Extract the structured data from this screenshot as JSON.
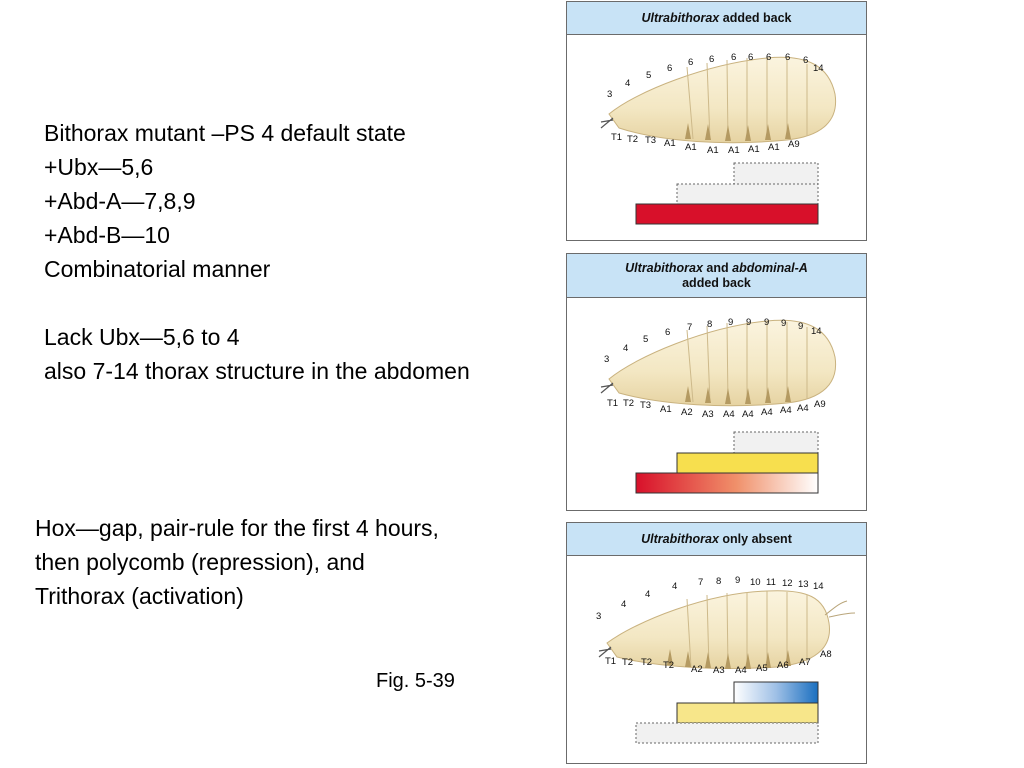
{
  "text_left": {
    "lines": [
      "Bithorax mutant –PS 4 default state",
      "+Ubx—5,6",
      "+Abd-A—7,8,9",
      "+Abd-B—10",
      "Combinatorial manner",
      "Lack Ubx—5,6 to 4",
      "also 7-14 thorax structure in the abdomen"
    ]
  },
  "text_hox": {
    "lines": [
      "Hox—gap, pair-rule for the first 4 hours,",
      "then polycomb (repression), and",
      "Trithorax (activation)"
    ]
  },
  "caption": "Fig. 5-39",
  "panels": [
    {
      "title_italic": "Ultrabithorax",
      "title_rest": " added back",
      "top_numbers": [
        "3",
        "4",
        "5",
        "6",
        "6",
        "6",
        "6",
        "6",
        "6",
        "6",
        "6",
        "14"
      ],
      "segment_labels": [
        "T1",
        "T2",
        "T3",
        "A1",
        "A1",
        "A1",
        "A1",
        "A1",
        "A1",
        "A9"
      ]
    },
    {
      "title_italic": "Ultrabithorax",
      "title_mid": " and ",
      "title_italic2": "abdominal-A",
      "title_line2": "added back",
      "top_numbers": [
        "3",
        "4",
        "5",
        "6",
        "7",
        "8",
        "9",
        "9",
        "9",
        "9",
        "9",
        "14"
      ],
      "segment_labels": [
        "T1",
        "T2",
        "T3",
        "A1",
        "A2",
        "A3",
        "A4",
        "A4",
        "A4",
        "A4",
        "A4",
        "A9"
      ]
    },
    {
      "title_italic": "Ultrabithorax",
      "title_rest": " only absent",
      "top_numbers": [
        "3",
        "4",
        "4",
        "4",
        "7",
        "8",
        "9",
        "10",
        "11",
        "12",
        "13",
        "14"
      ],
      "segment_labels": [
        "T1",
        "T2",
        "T2",
        "T2",
        "A2",
        "A3",
        "A4",
        "A5",
        "A6",
        "A7",
        "A8"
      ]
    }
  ],
  "colors": {
    "panel_header": "#c8e3f6",
    "larva_body": "#f3e7c3",
    "ubx_red": "#d8102a",
    "abda_yellow": "#f7df4e",
    "abdb_blue": "#1a6fc0"
  }
}
